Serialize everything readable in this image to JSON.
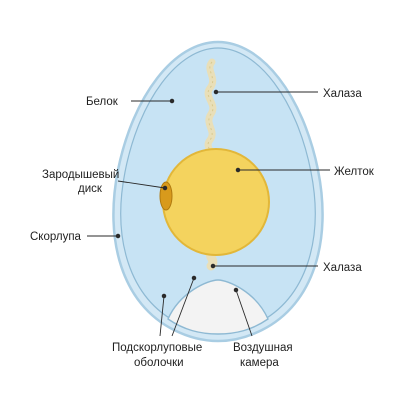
{
  "labels": {
    "white": "Белок",
    "chalaza_top": "Халаза",
    "embryo_disc_line1": "Зародышевый",
    "embryo_disc_line2": "диск",
    "yolk": "Желток",
    "shell": "Скорлупа",
    "chalaza_bottom": "Халаза",
    "membranes_line1": "Подскорлуповые",
    "membranes_line2": "оболочки",
    "air_cell_line1": "Воздушная",
    "air_cell_line2": "камера"
  },
  "colors": {
    "shell_outer": "#a9cde3",
    "shell_inner_line": "#8eb9d3",
    "albumen": "#c7e3f4",
    "yolk": "#f4d35e",
    "yolk_edge": "#e2b739",
    "embryo_disc": "#d89a1c",
    "chalaza": "#e9dfb8",
    "air_cell": "#f3f3f3",
    "leader_line": "#2a2a2a"
  }
}
